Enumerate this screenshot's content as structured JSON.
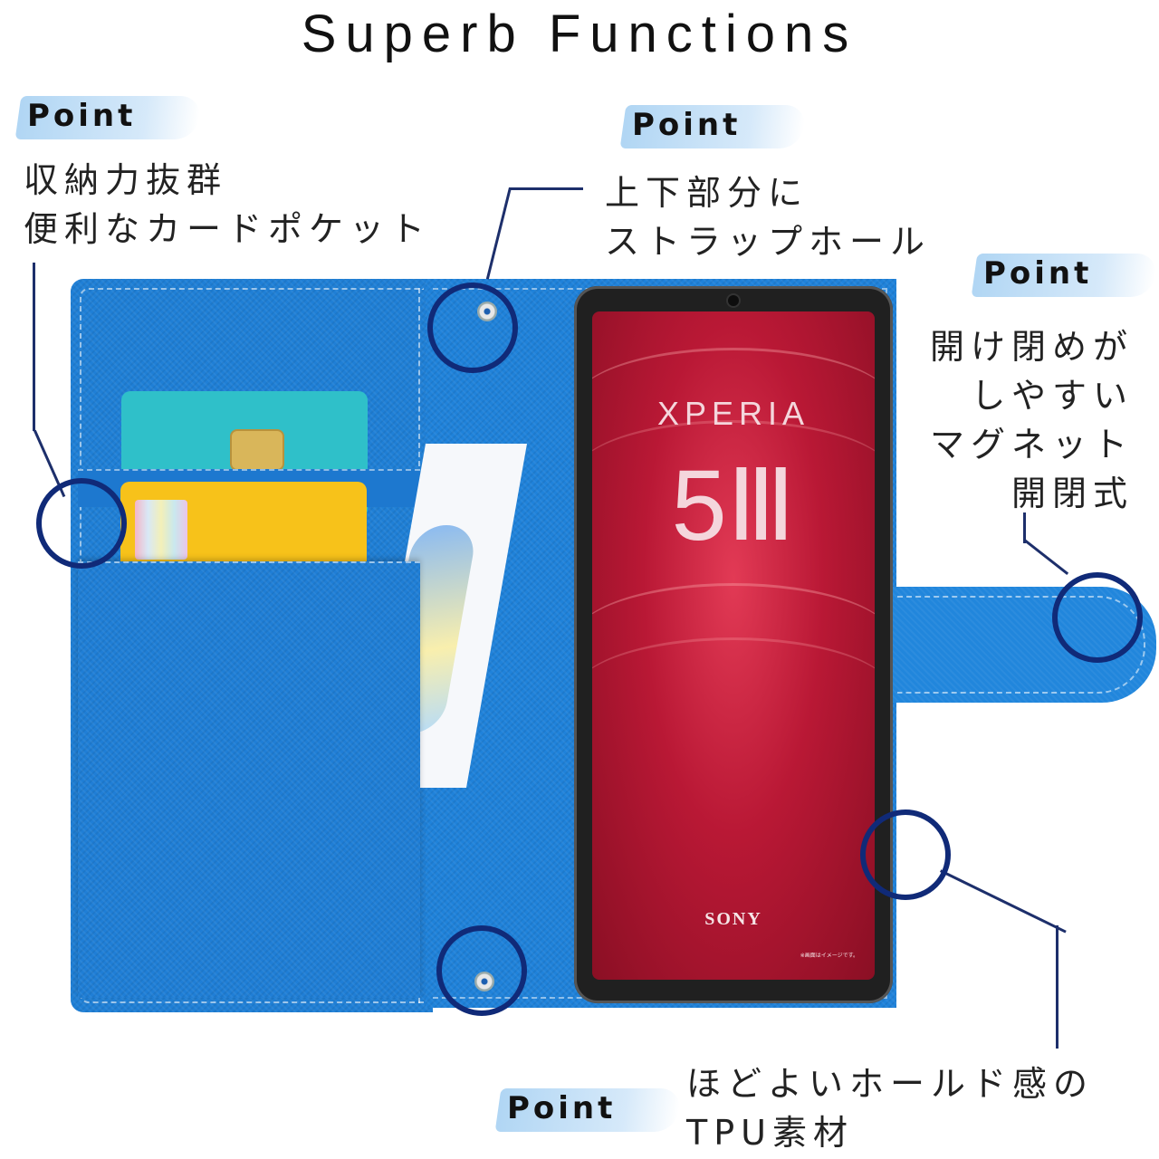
{
  "title": "Superb Functions",
  "points": [
    {
      "label": "Point",
      "lines": [
        "収納力抜群",
        "便利なカードポケット"
      ]
    },
    {
      "label": "Point",
      "lines": [
        "上下部分に",
        "ストラップホール"
      ]
    },
    {
      "label": "Point",
      "lines": [
        "開け閉めが",
        "しやすい",
        "マグネット",
        "開閉式"
      ]
    },
    {
      "label": "Point",
      "lines": [
        "ほどよいホールド感の",
        "TPU素材"
      ]
    }
  ],
  "phone": {
    "brand_line": "XPERIA",
    "model": "5Ⅲ",
    "maker": "SONY",
    "note": "※画面はイメージです。"
  },
  "colors": {
    "case": "#1f7fd6",
    "accent_circle": "#102a78",
    "highlight": "#a9d0f2"
  }
}
